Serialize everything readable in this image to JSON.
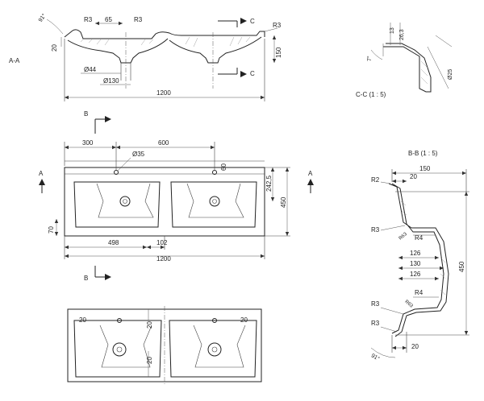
{
  "views": {
    "aa": {
      "label": "A-A",
      "dims": {
        "r3_left": "R3",
        "w65": "65",
        "r3_mid": "R3",
        "r3_right": "R3",
        "d20": "20",
        "d150": "150",
        "dia44": "Ø44",
        "dia130": "Ø130",
        "w1200": "1200",
        "ang91": "91°",
        "c_top": "C",
        "c_bot": "C"
      }
    },
    "cc": {
      "label": "C-C  (1 : 5)",
      "dims": {
        "d13": "13",
        "d26": "26,3",
        "ang7": "7°",
        "dia25": "Ø25"
      }
    },
    "top": {
      "dims": {
        "d300": "300",
        "d600": "600",
        "dia35": "Ø35",
        "d60": "60",
        "d242": "242,5",
        "d450": "450",
        "d70": "70",
        "d498": "498",
        "d102": "102",
        "d1200": "1200"
      },
      "section_marks": {
        "a_left": "A",
        "a_right": "A",
        "b_top": "B",
        "b_bottom": "B"
      }
    },
    "bb": {
      "label": "B-B  (1 : 5)",
      "dims": {
        "r2": "R2",
        "d150": "150",
        "d20_top": "20",
        "r3_a": "R3",
        "r4_a": "R4",
        "r63_a": "R63",
        "d126_a": "126",
        "d130": "130",
        "d126_b": "126",
        "d450": "450",
        "r4_b": "R4",
        "r63_b": "R63",
        "r3_b": "R3",
        "r3_c": "R3",
        "d20_bot": "20",
        "ang91": "91°"
      }
    },
    "bottom": {
      "dims": {
        "d20_a": "20",
        "d20_b": "20",
        "d20_c": "20",
        "d20_d": "20"
      }
    }
  }
}
